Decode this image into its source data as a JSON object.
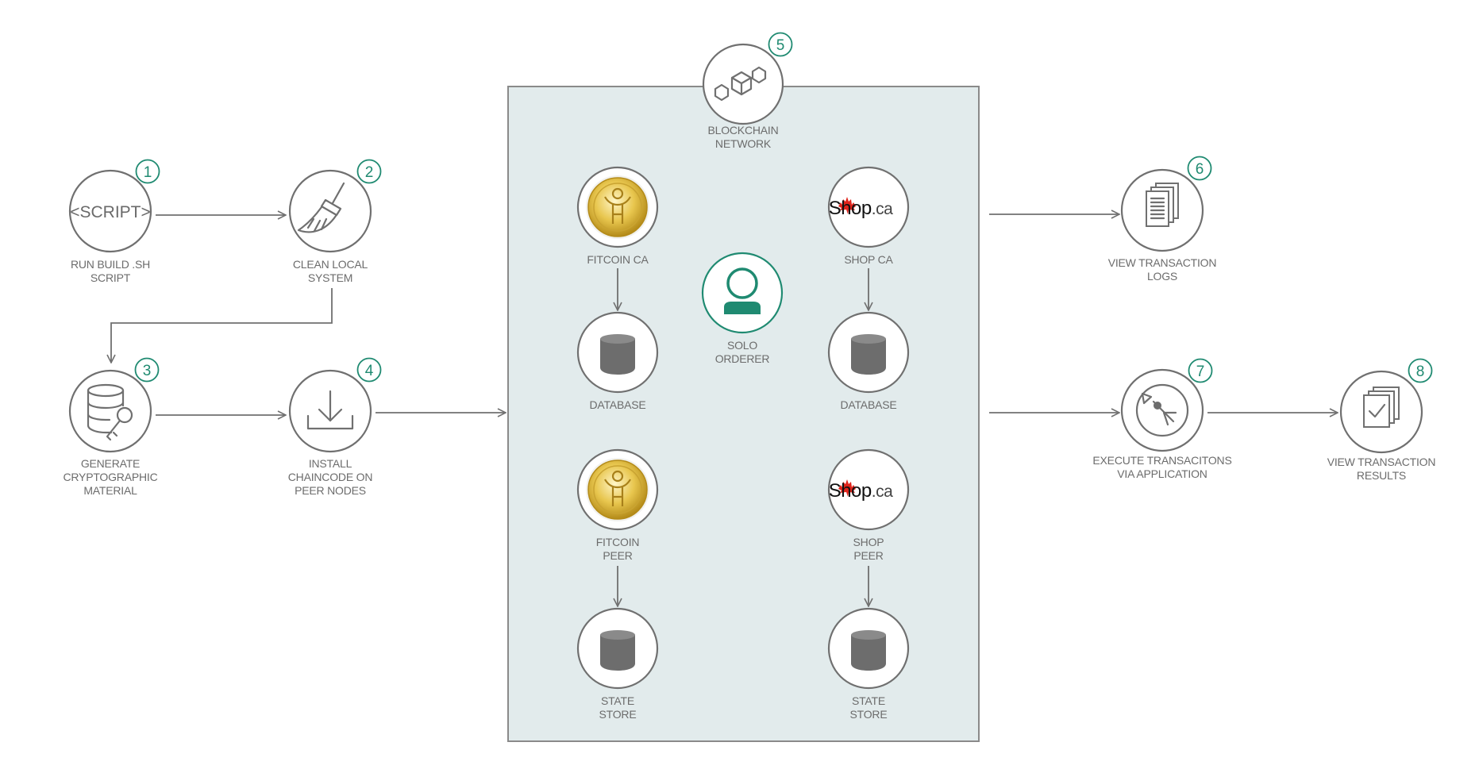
{
  "colors": {
    "accent_green": "#1f8a71",
    "stroke_gray": "#707070",
    "label_gray": "#6c6c6c",
    "network_panel_bg": "#e2ebec",
    "network_panel_border": "#8a8a8a",
    "coin_gold": "#e6c24a",
    "shop_red": "#e0241b"
  },
  "steps": {
    "s1": {
      "badge": "1",
      "icon_text": "<SCRIPT>",
      "label_line1": "RUN BUILD .SH",
      "label_line2": "SCRIPT",
      "icon": "script-icon"
    },
    "s2": {
      "badge": "2",
      "label_line1": "CLEAN LOCAL",
      "label_line2": "SYSTEM",
      "icon": "broom-icon"
    },
    "s3": {
      "badge": "3",
      "label_line1": "GENERATE",
      "label_line2": "CRYPTOGRAPHIC",
      "label_line3": "MATERIAL",
      "icon": "database-key-icon"
    },
    "s4": {
      "badge": "4",
      "label_line1": "INSTALL",
      "label_line2": "CHAINCODE ON",
      "label_line3": "PEER NODES",
      "icon": "download-icon"
    },
    "s5": {
      "badge": "5",
      "label_line1": "BLOCKCHAIN",
      "label_line2": "NETWORK",
      "icon": "blockchain-cubes-icon"
    },
    "s6": {
      "badge": "6",
      "label_line1": "VIEW TRANSACTION",
      "label_line2": "LOGS",
      "icon": "logs-documents-icon"
    },
    "s7": {
      "badge": "7",
      "label_line1": "EXECUTE TRANSACITONS",
      "label_line2": "VIA APPLICATION",
      "icon": "compass-icon"
    },
    "s8": {
      "badge": "8",
      "label_line1": "VIEW TRANSACTION",
      "label_line2": "RESULTS",
      "icon": "checked-documents-icon"
    }
  },
  "network": {
    "fitcoin_ca": {
      "label": "FITCOIN CA",
      "icon": "fitcoin-logo-icon"
    },
    "fitcoin_ca_db": {
      "label": "DATABASE",
      "icon": "database-icon"
    },
    "fitcoin_peer": {
      "label_line1": "FITCOIN",
      "label_line2": "PEER",
      "icon": "fitcoin-logo-icon"
    },
    "fitcoin_state": {
      "label_line1": "STATE",
      "label_line2": "STORE",
      "icon": "database-icon"
    },
    "orderer": {
      "label_line1": "SOLO",
      "label_line2": "ORDERER",
      "icon": "user-icon"
    },
    "shop_ca": {
      "label": "SHOP CA",
      "logo_text_main": "Shop",
      "logo_text_suffix": ".ca",
      "icon": "maple-leaf-icon"
    },
    "shop_ca_db": {
      "label": "DATABASE",
      "icon": "database-icon"
    },
    "shop_peer": {
      "label_line1": "SHOP",
      "label_line2": "PEER",
      "logo_text_main": "Shop",
      "logo_text_suffix": ".ca",
      "icon": "maple-leaf-icon"
    },
    "shop_state": {
      "label_line1": "STATE",
      "label_line2": "STORE",
      "icon": "database-icon"
    }
  }
}
